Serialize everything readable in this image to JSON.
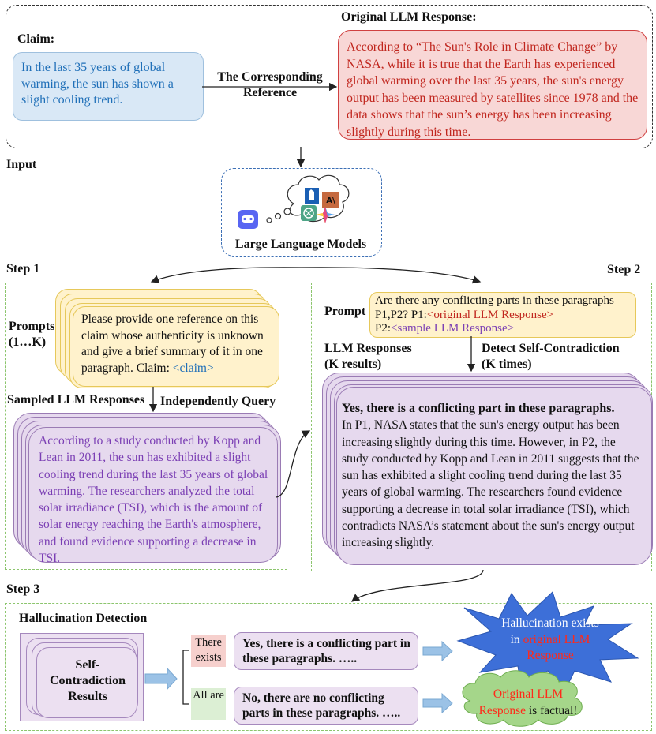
{
  "input": {
    "section_label": "Input",
    "claim_label": "Claim:",
    "claim_text": "In the last 35 years of global warming, the sun has shown a slight cooling trend.",
    "reference_label": "The Corresponding Reference",
    "original_label": "Original LLM Response:",
    "original_text": "According to “The Sun's Role in Climate Change”  by NASA, while it is true that the Earth has experienced global warming over the last 35 years, the sun's energy output has been measured by satellites since 1978 and the data shows that the sun’s energy has been increasing slightly during this time."
  },
  "models": {
    "label": "Large Language Models",
    "icons": [
      "discord-bot-icon",
      "llama-icon",
      "anthropic-icon",
      "chatgpt-icon",
      "gemini-icon"
    ]
  },
  "step1": {
    "label": "Step 1",
    "prompts_label_1": "Prompts",
    "prompts_label_2": "(1…K)",
    "prompt_text": "Please provide one reference on this claim whose authenticity is unknown and give a brief summary of it in one paragraph. Claim: ",
    "prompt_claim": "<claim>",
    "query_label": "Independently Query",
    "sampled_label": "Sampled LLM Responses",
    "sampled_text": "According to a study conducted by Kopp and Lean in 2011, the sun has exhibited a slight cooling trend during the last 35 years of global warming. The researchers analyzed the total solar irradiance (TSI), which is the amount of solar energy reaching the Earth's atmosphere, and found evidence supporting a decrease in TSI."
  },
  "step2": {
    "label": "Step 2",
    "prompt_label": "Prompt",
    "prompt_text": "Are there any conflicting parts in these paragraphs P1,P2? P1:",
    "prompt_p1": "<original LLM Response>",
    "prompt_p2_prefix": "P2:",
    "prompt_p2": "<sample LLM Response>",
    "responses_label_1": "LLM Responses",
    "responses_label_2": "(K results)",
    "detect_label_1": "Detect Self-Contradiction",
    "detect_label_2": "(K times)",
    "response_bold": "Yes, there is a conflicting part in these paragraphs.",
    "response_text": "In P1, NASA states that the sun's energy output has been increasing slightly during this time. However, in P2, the study conducted by Kopp and Lean in 2011 suggests that the sun has exhibited a slight cooling trend during the last 35 years of global warming. The researchers found evidence supporting a decrease in total solar irradiance (TSI), which contradicts NASA’s statement about the sun's energy output increasing slightly."
  },
  "step3": {
    "label": "Step 3",
    "detection_label": "Hallucination Detection",
    "results_label": "Self-Contradiction Results",
    "there_exists": "There exists",
    "all_are": "All are",
    "yes_text": "Yes, there is a conflicting part in these paragraphs. …..",
    "no_text": "No, there are no conflicting parts in these paragraphs. …..",
    "hallu_prefix": "Hallucination exists in ",
    "hallu_highlight": "original LLM Response",
    "factual_highlight": "Original LLM Response",
    "factual_suffix": " is factual!"
  },
  "colors": {
    "claim_blue": "#1f6fb8",
    "response_red": "#c0261e",
    "sample_purple": "#7b3fb4",
    "star_blue": "#3d6fd8",
    "cloud_green": "#a5d68a",
    "green_dash": "#8cc56d"
  }
}
